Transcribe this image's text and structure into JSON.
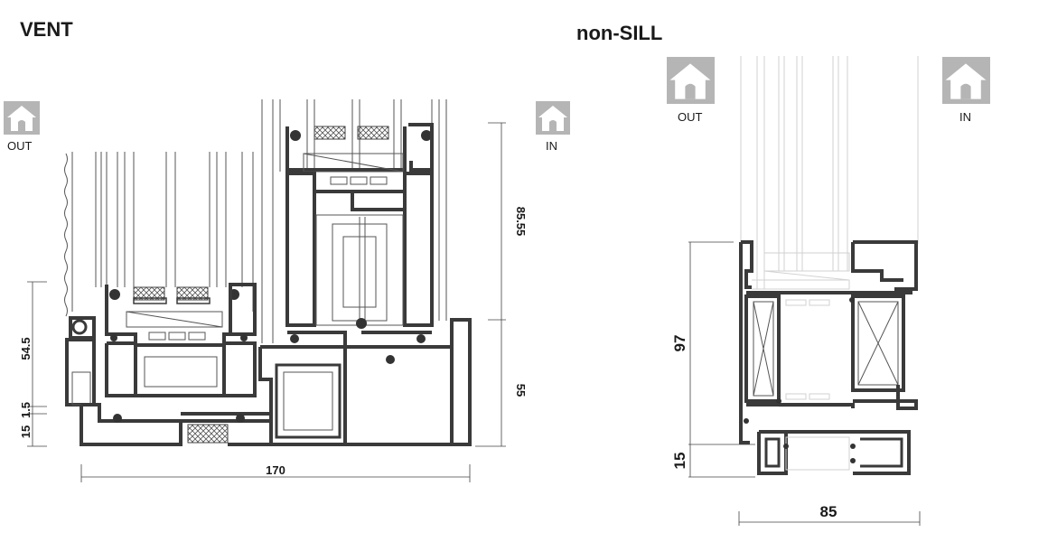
{
  "sections": {
    "vent": {
      "title": "VENT"
    },
    "nonsill": {
      "title": "non-SILL"
    }
  },
  "icons": {
    "vent_out_label": "OUT",
    "vent_in_label": "IN",
    "nonsill_out_label": "OUT",
    "nonsill_in_label": "IN",
    "house_icon": "house-icon",
    "icon_bg_color": "#b5b5b5"
  },
  "dimensions": {
    "vent_width": "170",
    "vent_height_upper": "85.55",
    "vent_height_lower": "55",
    "vent_left_545": "54.5",
    "vent_left_15a": "1.5",
    "vent_left_15b": "15",
    "nonsill_height": "97",
    "nonsill_bottom": "15",
    "nonsill_width": "85"
  },
  "colors": {
    "profile": "#3a3a3a",
    "accent_gray": "#b5b5b5"
  }
}
